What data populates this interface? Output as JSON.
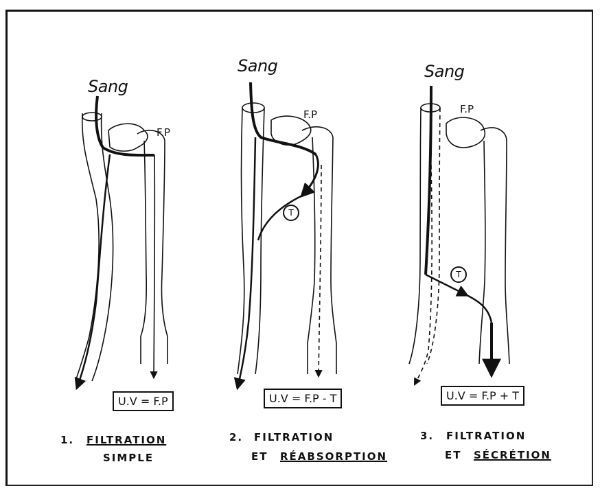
{
  "panels": [
    {
      "blood_label": "Sang",
      "fp_label": "F.P",
      "formula": "U.V = F.P",
      "caption_number": "1.",
      "caption_line1": "FILTRATION",
      "caption_line2": "SIMPLE"
    },
    {
      "blood_label": "Sang",
      "fp_label": "F.P",
      "t_label": "T",
      "formula": "U.V = F.P - T",
      "caption_number": "2.",
      "caption_line1": "FILTRATION",
      "caption_line2_prefix": "ET",
      "caption_line2": "RÉABSORPTION"
    },
    {
      "blood_label": "Sang",
      "fp_label": "F.P",
      "t_label": "T",
      "formula": "U.V = F.P + T",
      "caption_number": "3.",
      "caption_line1": "FILTRATION",
      "caption_line2_prefix": "ET",
      "caption_line2": "SÉCRÉTION"
    }
  ]
}
